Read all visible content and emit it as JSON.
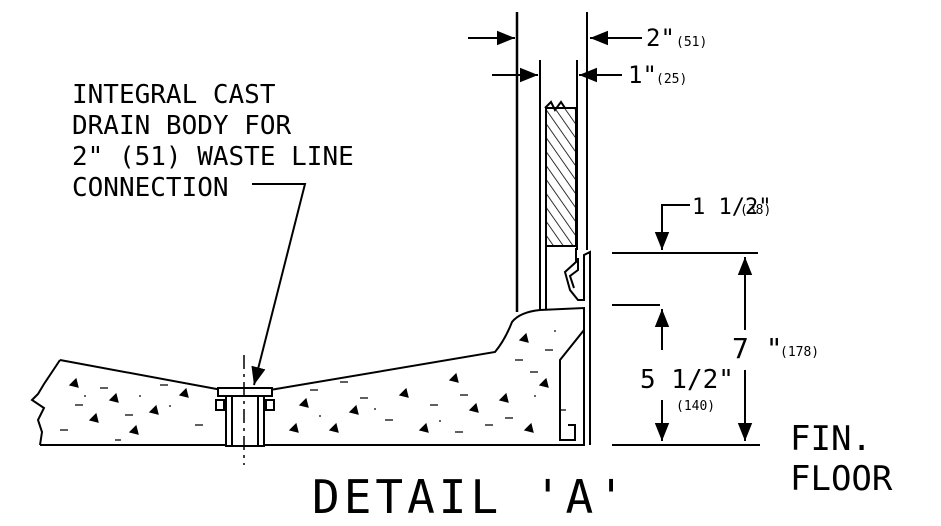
{
  "callout": {
    "line1": "INTEGRAL CAST",
    "line2": "DRAIN BODY FOR",
    "line3": "2\" (51) WASTE LINE",
    "line4": "CONNECTION"
  },
  "dims": {
    "wall_main": "2\"",
    "wall_main_mm": "(51)",
    "wall_inner": "1\"",
    "wall_inner_mm": "(25)",
    "lip": "1 1/2\"",
    "lip_mm": "(38)",
    "height_total": "7 \"",
    "height_total_mm": "(178)",
    "height_partial": "5 1/2\"",
    "height_partial_mm": "(140)"
  },
  "floor_label": {
    "line1": "FIN.",
    "line2": "FLOOR"
  },
  "title": "DETAIL 'A'",
  "colors": {
    "ink": "#000000",
    "paper": "#ffffff"
  }
}
